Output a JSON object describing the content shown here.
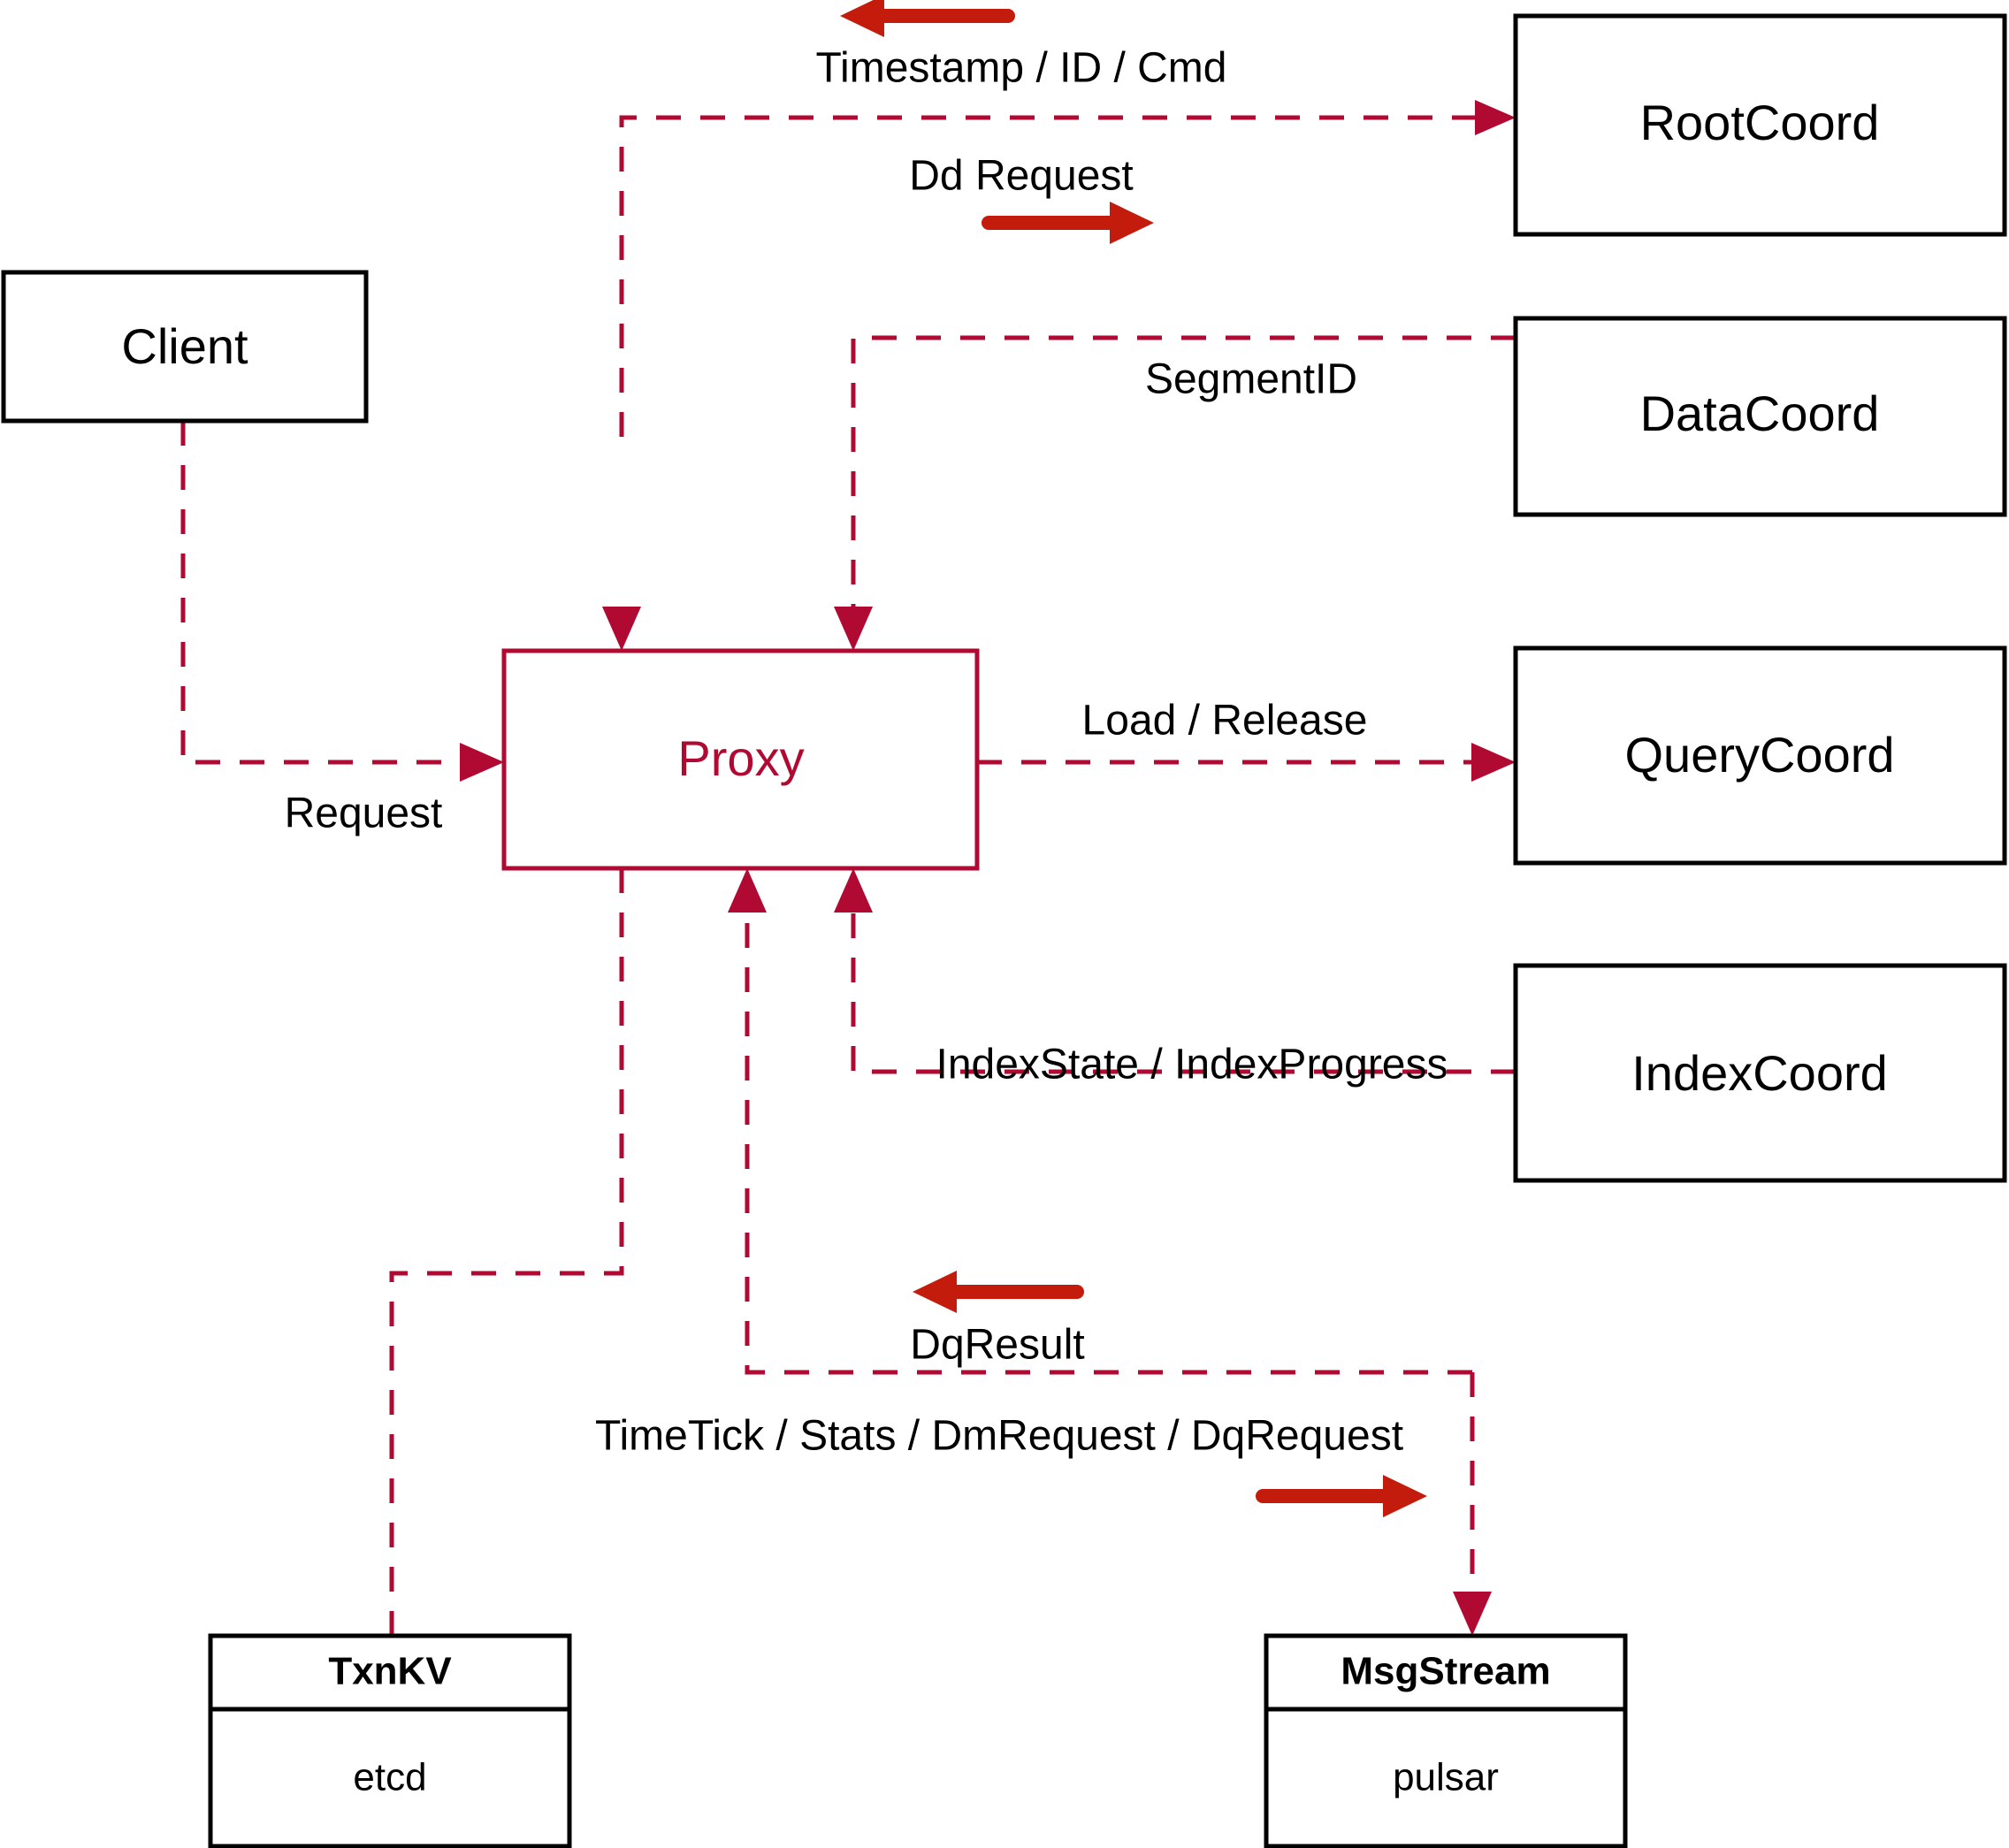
{
  "diagram": {
    "title": "Milvus Proxy interaction diagram",
    "colors": {
      "accent": "#b00a32",
      "arrow": "#c41c0c",
      "node_stroke": "#000000",
      "background": "#ffffff"
    },
    "nodes": [
      {
        "id": "client",
        "label": "Client",
        "style": "plain"
      },
      {
        "id": "proxy",
        "label": "Proxy",
        "style": "accent"
      },
      {
        "id": "rootcoord",
        "label": "RootCoord",
        "style": "plain"
      },
      {
        "id": "datacoord",
        "label": "DataCoord",
        "style": "plain"
      },
      {
        "id": "querycoord",
        "label": "QueryCoord",
        "style": "plain"
      },
      {
        "id": "indexcoord",
        "label": "IndexCoord",
        "style": "plain"
      },
      {
        "id": "txnkv",
        "label": "TxnKV",
        "sublabel": "etcd",
        "style": "two-row"
      },
      {
        "id": "msgstream",
        "label": "MsgStream",
        "sublabel": "pulsar",
        "style": "two-row"
      }
    ],
    "edge_labels": {
      "timestamp_id_cmd": "Timestamp / ID / Cmd",
      "dd_request": "Dd Request",
      "segment_id": "SegmentID",
      "request": "Request",
      "load_release": "Load / Release",
      "index_state_progress": "IndexState / IndexProgress",
      "dq_result": "DqResult",
      "timetick_stats": "TimeTick / Stats / DmRequest / DqRequest"
    },
    "edges": [
      {
        "id": "rootcoord-to-proxy",
        "from": "rootcoord",
        "to": "proxy",
        "label": "Timestamp / ID / Cmd",
        "direction": "left"
      },
      {
        "id": "proxy-to-rootcoord",
        "from": "proxy",
        "to": "rootcoord",
        "label": "Dd Request",
        "direction": "right"
      },
      {
        "id": "datacoord-to-proxy",
        "from": "datacoord",
        "to": "proxy",
        "label": "SegmentID",
        "direction": "left"
      },
      {
        "id": "client-to-proxy",
        "from": "client",
        "to": "proxy",
        "label": "Request",
        "direction": "right"
      },
      {
        "id": "proxy-to-querycoord",
        "from": "proxy",
        "to": "querycoord",
        "label": "Load / Release",
        "direction": "right"
      },
      {
        "id": "indexcoord-to-proxy",
        "from": "indexcoord",
        "to": "proxy",
        "label": "IndexState / IndexProgress",
        "direction": "left"
      },
      {
        "id": "msgstream-to-proxy",
        "from": "msgstream",
        "to": "proxy",
        "label": "DqResult",
        "direction": "left"
      },
      {
        "id": "proxy-to-msgstream",
        "from": "proxy",
        "to": "msgstream",
        "label": "TimeTick / Stats / DmRequest / DqRequest",
        "direction": "right"
      },
      {
        "id": "proxy-to-txnkv",
        "from": "proxy",
        "to": "txnkv",
        "label": "",
        "direction": "down"
      }
    ]
  }
}
